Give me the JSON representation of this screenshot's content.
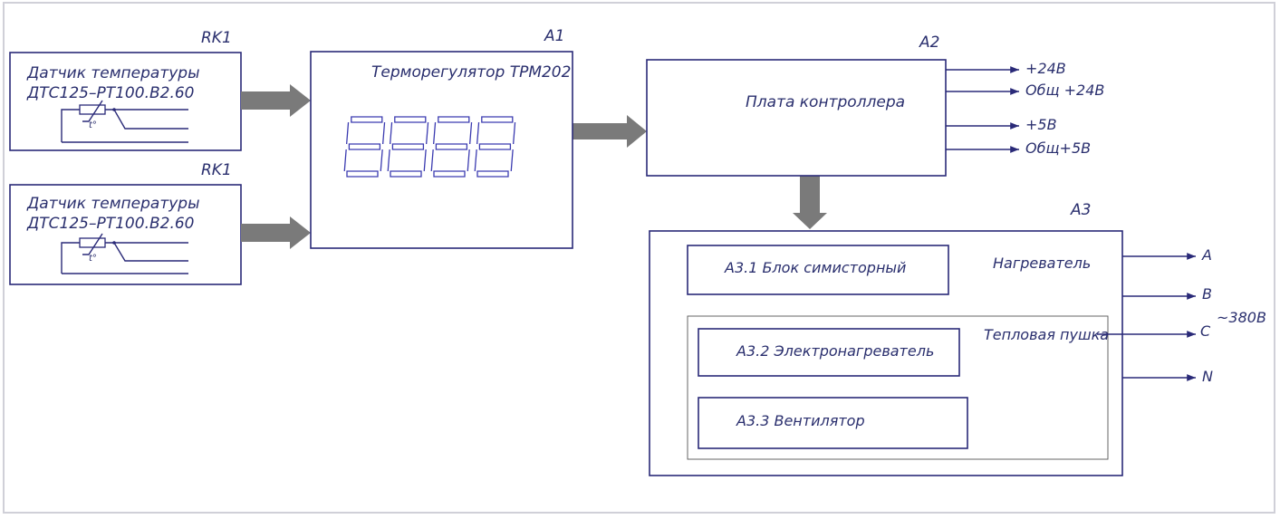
{
  "sensors": [
    {
      "ref": "RK1",
      "line1": "Датчик температуры",
      "line2": "ДТС125–РТ100.В2.60",
      "symbol_label": "t°"
    },
    {
      "ref": "RK1",
      "line1": "Датчик температуры",
      "line2": "ДТС125–РТ100.В2.60",
      "symbol_label": "t°"
    }
  ],
  "regulator": {
    "ref": "A1",
    "title": "Терморегулятор ТРМ202",
    "display_icon": "seven-segment-display-icon"
  },
  "controller": {
    "ref": "A2",
    "title": "Плата контроллера",
    "outputs": [
      "+24В",
      "Общ +24В",
      "+5В",
      "Общ+5В"
    ]
  },
  "power_unit": {
    "ref": "A3",
    "heater_label": "Нагреватель",
    "triac_block": "А3.1 Блок симисторный",
    "heat_gun_label": "Тепловая пушка",
    "electric_heater": "А3.2 Электронагреватель",
    "fan": "А3.3 Вентилятор",
    "phases": [
      "A",
      "B",
      "C",
      "N"
    ],
    "supply_label": "~380В"
  },
  "colors": {
    "line": "#2a2a78",
    "text": "#2a2f6e",
    "arrow_fill": "#7a7a7a",
    "border": "#d0d0d8"
  }
}
